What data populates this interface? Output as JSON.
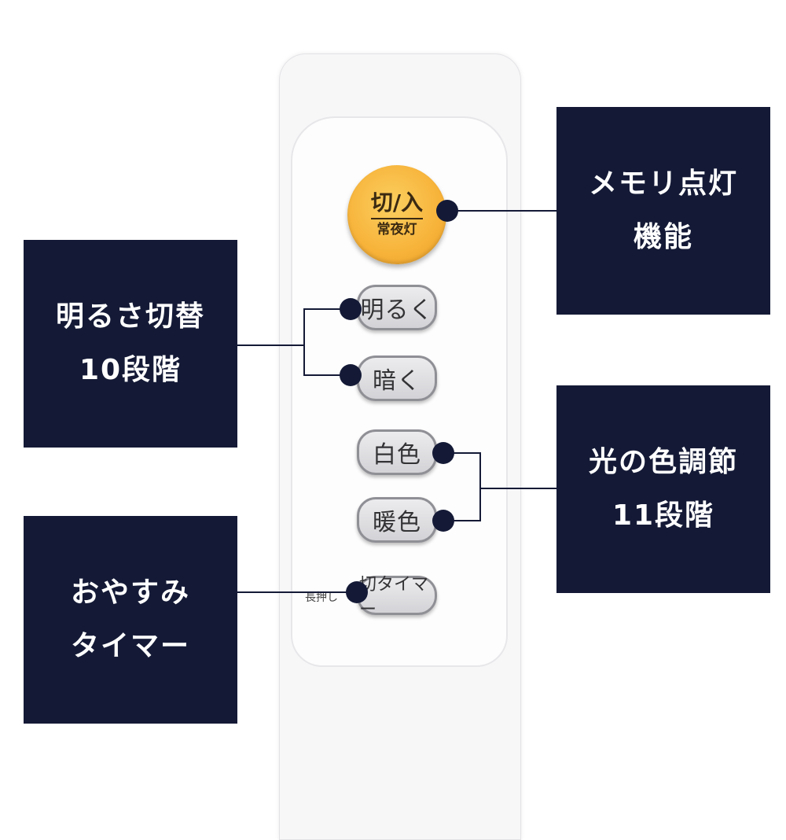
{
  "remote": {
    "power_button": {
      "line1": "切/入",
      "line2": "常夜灯"
    },
    "bright_button": "明るく",
    "dark_button": "暗く",
    "white_button": "白色",
    "warm_button": "暖色",
    "timer_button": "切タイマー",
    "long_press_hint": "長押し"
  },
  "labels": {
    "memory": {
      "line1": "メモリ点灯",
      "line2": "機能"
    },
    "brightness": {
      "line1": "明るさ切替",
      "line2": "10段階"
    },
    "color": {
      "line1": "光の色調節",
      "line2": "11段階"
    },
    "timer": {
      "line1": "おやすみ",
      "line2": "タイマー"
    }
  },
  "colors": {
    "navy": "#141a36",
    "power_orange": "#f7b33a",
    "button_grey": "#dcdce0"
  }
}
